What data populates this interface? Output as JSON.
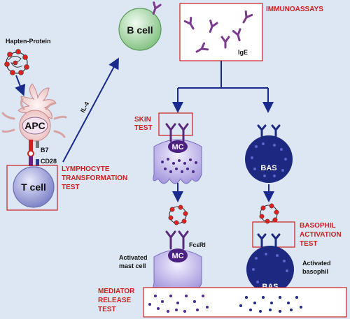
{
  "labels": {
    "hapten_protein": "Hapten-Protein",
    "apc": "APC",
    "b7": "B7",
    "cd28": "CD28",
    "t_cell": "T cell",
    "b_cell": "B cell",
    "il4": "IL-4",
    "ige": "IgE",
    "mc_top": "MC",
    "bas_top": "BAS",
    "mc_bottom": "MC",
    "bas_bottom": "BAS",
    "fceri": "FcεRI",
    "activated_mast_1": "Activated",
    "activated_mast_2": "mast cell",
    "activated_bas_1": "Activated",
    "activated_bas_2": "basophil"
  },
  "tests": {
    "immunoassays": "IMMUNOASSAYS",
    "skin_1": "SKIN",
    "skin_2": "TEST",
    "lymph_1": "LYMPHOCYTE",
    "lymph_2": "TRANSFORMATION",
    "lymph_3": "TEST",
    "basophil_1": "BASOPHIL",
    "basophil_2": "ACTIVATION",
    "basophil_3": "TEST",
    "mediator_1": "MEDIATOR",
    "mediator_2": "RELEASE",
    "mediator_3": "TEST"
  },
  "colors": {
    "background": "#dde7f3",
    "test_label": "#cc1f1f",
    "arrow": "#1a2a8c",
    "antibody": "#7a3b8c",
    "mast_cell": "#a99be0",
    "basophil": "#1d2880",
    "apc": "#f6d8d8",
    "t_cell": "#9a9ed6",
    "b_cell": "#a9d9a9",
    "hapten_red": "#dd2222"
  }
}
